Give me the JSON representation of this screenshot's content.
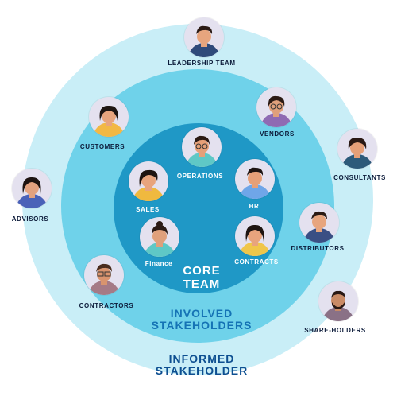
{
  "rings": {
    "core": {
      "line1": "CORE",
      "line2": "TEAM"
    },
    "involved": {
      "line1": "INVOLVED",
      "line2": "STAKEHOLDERS"
    },
    "informed": {
      "line1": "INFORMED",
      "line2": "STAKEHOLDER"
    }
  },
  "core_team": {
    "operations": "OPERATIONS",
    "sales": "SALES",
    "hr": "HR",
    "finance": "Finance",
    "contracts": "CONTRACTS"
  },
  "involved": {
    "customers": "CUSTOMERS",
    "vendors": "VENDORS",
    "distributors": "DISTRIBUTORS",
    "contractors": "CONTRACTORS"
  },
  "informed": {
    "leadership_team": "LEADERSHIP TEAM",
    "consultants": "CONSULTANTS",
    "advisors": "ADVISORS",
    "share_holders": "SHARE-HOLDERS"
  },
  "colors": {
    "outer_ring": "#c9eef7",
    "middle_ring": "#6fd2ea",
    "inner_ring": "#1f98c6",
    "avatar_bg": "#e4e1ef"
  }
}
